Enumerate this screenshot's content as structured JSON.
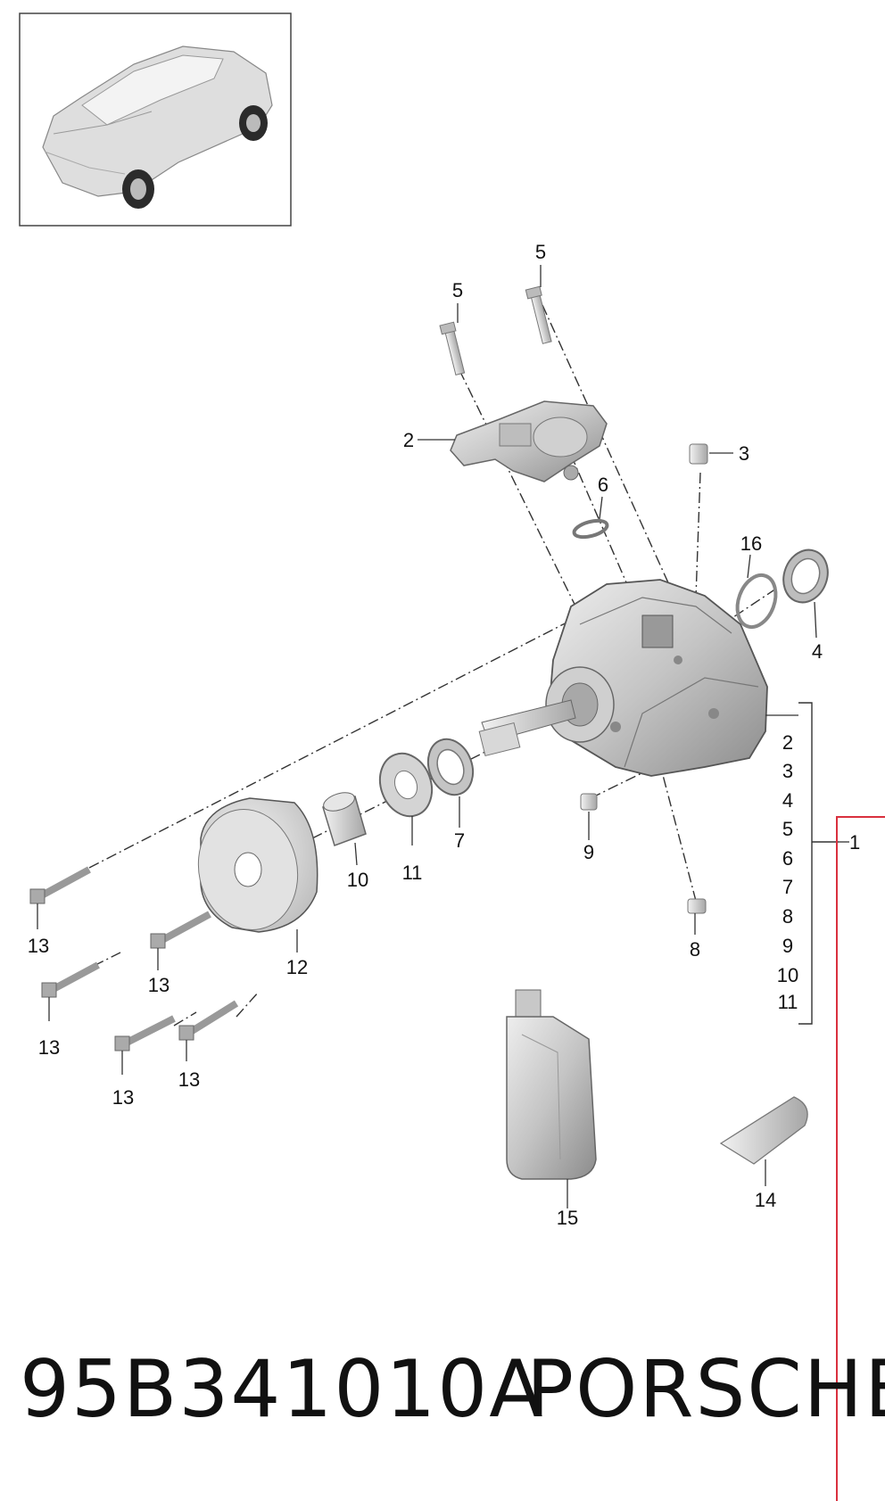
{
  "callouts": {
    "c5a": "5",
    "c5b": "5",
    "c2": "2",
    "c3": "3",
    "c6": "6",
    "c16": "16",
    "c4": "4",
    "c7": "7",
    "c9": "9",
    "c10": "10",
    "c11": "11",
    "c12": "12",
    "c8": "8",
    "c13a": "13",
    "c13b": "13",
    "c13c": "13",
    "c13d": "13",
    "c13e": "13",
    "c14": "14",
    "c15": "15"
  },
  "assembly_group": {
    "main": "1",
    "members": [
      "2",
      "3",
      "4",
      "5",
      "6",
      "7",
      "8",
      "9",
      "10",
      "11"
    ]
  },
  "footer": {
    "part_number": "95B341010A",
    "brand": "PORSCHE"
  },
  "colors": {
    "highlight_border": "#d9303e",
    "line": "#333333",
    "part_fill": "#c9c9c9"
  }
}
